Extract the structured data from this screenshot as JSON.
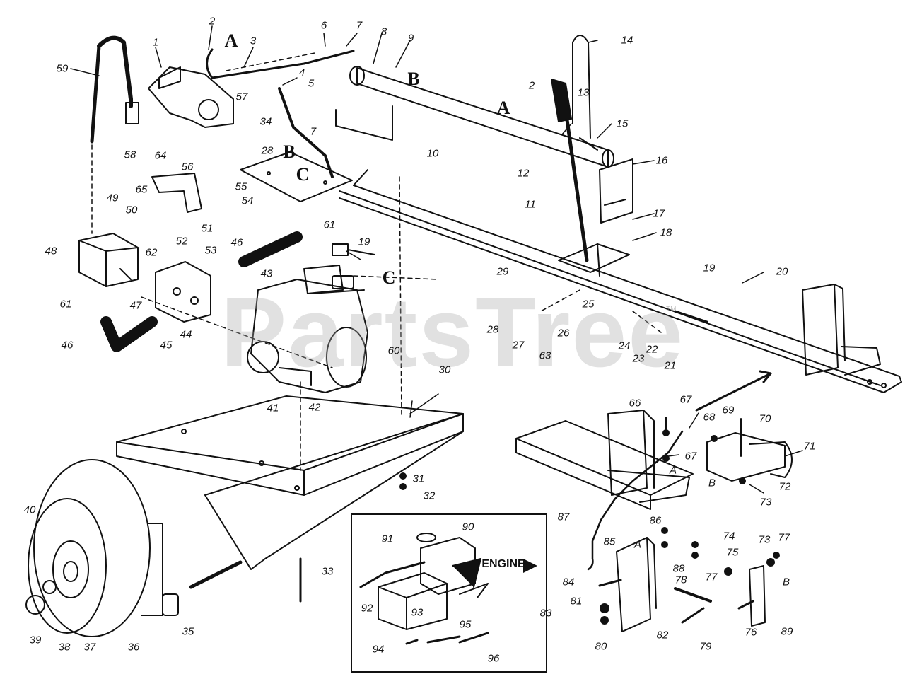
{
  "watermark": "PartsTree",
  "watermark_tm": "TM",
  "callouts": {
    "c1": "1",
    "c2a": "2",
    "c2b": "2",
    "c3": "3",
    "c4": "4",
    "c5": "5",
    "c6": "6",
    "c7a": "7",
    "c7b": "7",
    "c8": "8",
    "c9": "9",
    "c10": "10",
    "c11": "11",
    "c12": "12",
    "c13": "13",
    "c14": "14",
    "c15": "15",
    "c16": "16",
    "c17": "17",
    "c18": "18",
    "c19a": "19",
    "c19b": "19",
    "c20": "20",
    "c21": "21",
    "c22": "22",
    "c23": "23",
    "c24": "24",
    "c25": "25",
    "c26": "26",
    "c27": "27",
    "c28a": "28",
    "c28b": "28",
    "c29": "29",
    "c30": "30",
    "c31": "31",
    "c32": "32",
    "c33": "33",
    "c34": "34",
    "c35": "35",
    "c36": "36",
    "c37": "37",
    "c38": "38",
    "c39": "39",
    "c40": "40",
    "c41": "41",
    "c42": "42",
    "c43": "43",
    "c44": "44",
    "c45": "45",
    "c46a": "46",
    "c46b": "46",
    "c47": "47",
    "c48": "48",
    "c49": "49",
    "c50": "50",
    "c51": "51",
    "c52": "52",
    "c53": "53",
    "c54": "54",
    "c55": "55",
    "c56": "56",
    "c57": "57",
    "c58": "58",
    "c59": "59",
    "c60": "60",
    "c61a": "61",
    "c61b": "61",
    "c62": "62",
    "c63": "63",
    "c64": "64",
    "c65": "65",
    "c66": "66",
    "c67a": "67",
    "c67b": "67",
    "c68": "68",
    "c69": "69",
    "c70": "70",
    "c71": "71",
    "c72": "72",
    "c73a": "73",
    "c73b": "73",
    "c74": "74",
    "c75": "75",
    "c76": "76",
    "c77a": "77",
    "c77b": "77",
    "c78": "78",
    "c79": "79",
    "c80": "80",
    "c81": "81",
    "c82": "82",
    "c83": "83",
    "c84": "84",
    "c85": "85",
    "c86": "86",
    "c87": "87",
    "c88": "88",
    "c89": "89",
    "c90": "90",
    "c91": "91",
    "c92": "92",
    "c93": "93",
    "c94": "94",
    "c95": "95",
    "c96": "96"
  },
  "connectors": {
    "A1": "A",
    "A2": "A",
    "A3": "A",
    "A4": "A",
    "B1": "B",
    "B2": "B",
    "B3": "B",
    "B4": "B",
    "C1": "C",
    "C2": "C"
  },
  "inset_label": "ENGINE"
}
